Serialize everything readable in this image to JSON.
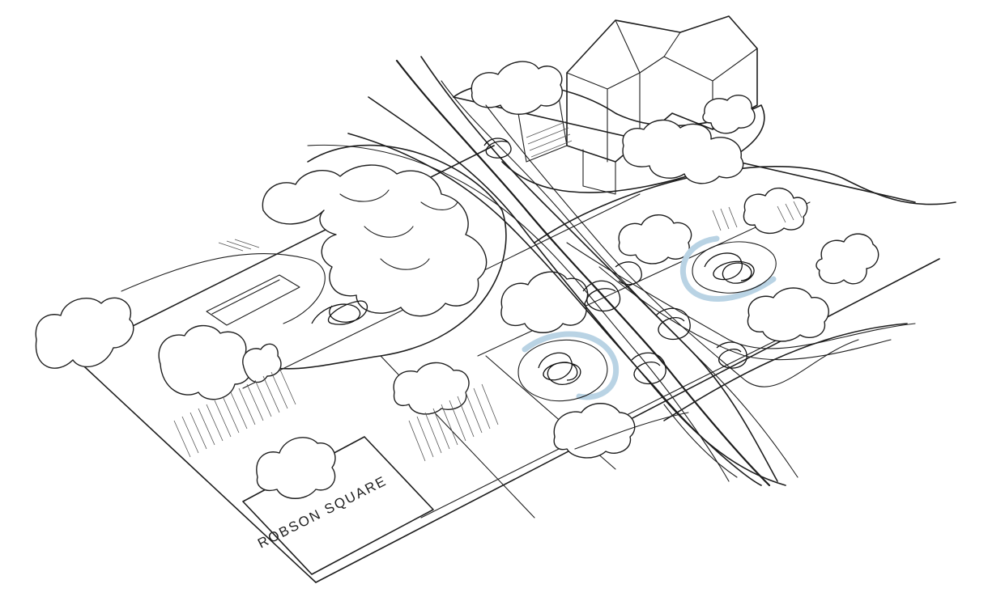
{
  "sketch": {
    "label_robson_square": "ROBSON SQUARE",
    "colors": {
      "ink": "#1e1e1e",
      "paper": "#ffffff",
      "water_accent": "#b9d3e4"
    },
    "elements": {
      "tree_icon": "tree-cluster",
      "building_icon": "building-massing",
      "pool_icon": "reflecting-pool"
    }
  }
}
